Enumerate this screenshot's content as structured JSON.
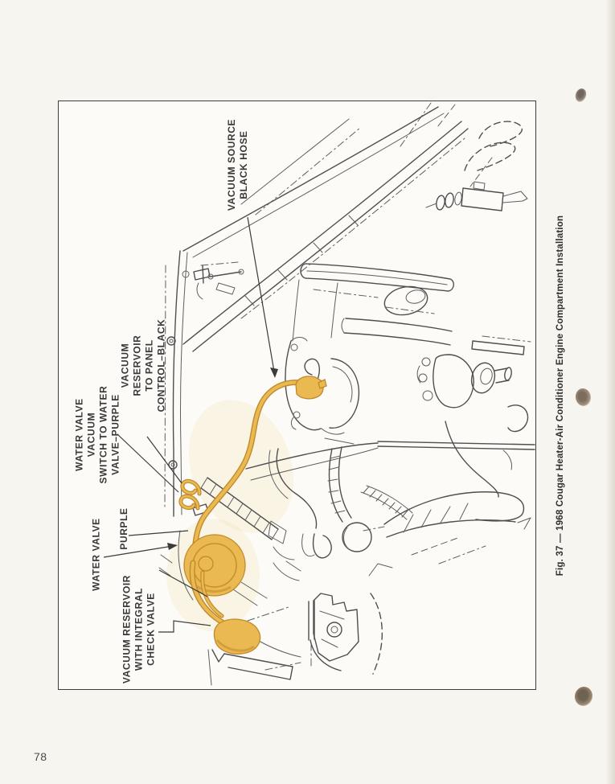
{
  "page": {
    "number": "78"
  },
  "figure": {
    "caption": "Fig. 37 — 1968 Cougar Heater-Air Conditioner Engine Compartment Installation",
    "labels": [
      {
        "id": "vacuum-source",
        "text": "VACUUM SOURCE\nBLACK HOSE"
      },
      {
        "id": "reservoir-to-panel",
        "text": "VACUUM RESERVOIR\nTO PANEL\nCONTROL–BLACK"
      },
      {
        "id": "water-valve-switch",
        "text": "WATER VALVE VACUUM\nSWITCH TO WATER\nVALVE–PURPLE"
      },
      {
        "id": "purple-hose",
        "text": "PURPLE"
      },
      {
        "id": "water-valve",
        "text": "WATER VALVE"
      },
      {
        "id": "reservoir-check-valve",
        "text": "VACUUM RESERVOIR\nWITH INTEGRAL\nCHECK VALVE"
      }
    ]
  },
  "colors": {
    "highlight": "#EBB951",
    "highlight_deep": "#C08A2B",
    "ink": "#4f4f4f",
    "paper": "#f7f5ef"
  }
}
